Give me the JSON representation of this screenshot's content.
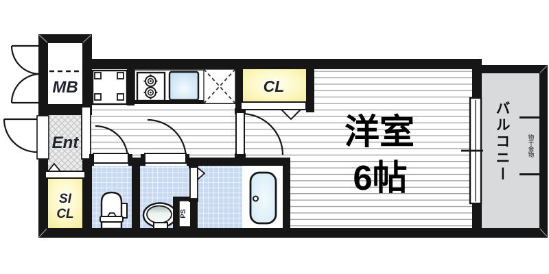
{
  "title": "1K apartment floor plan",
  "labels": {
    "meter_box": "MB",
    "entrance": "Ent",
    "shoe_closet_line1": "SI",
    "shoe_closet_line2": "CL",
    "closet": "CL",
    "main_room_name": "洋室",
    "main_room_size": "6帖",
    "balcony": "バルコニー",
    "laundry_hardware": "物干金物",
    "pipe_space": "PS"
  },
  "colors": {
    "wall": "#161616",
    "closet_yellow": "#f2e98e",
    "tile_blue": "#c8d9f2",
    "balcony_gray": "#d9dadb",
    "water_blue": "#bcdcf2",
    "floor_line_gray": "#8f8f8f",
    "hatch_gray": "#ececec",
    "label_ink": "#20222f"
  }
}
